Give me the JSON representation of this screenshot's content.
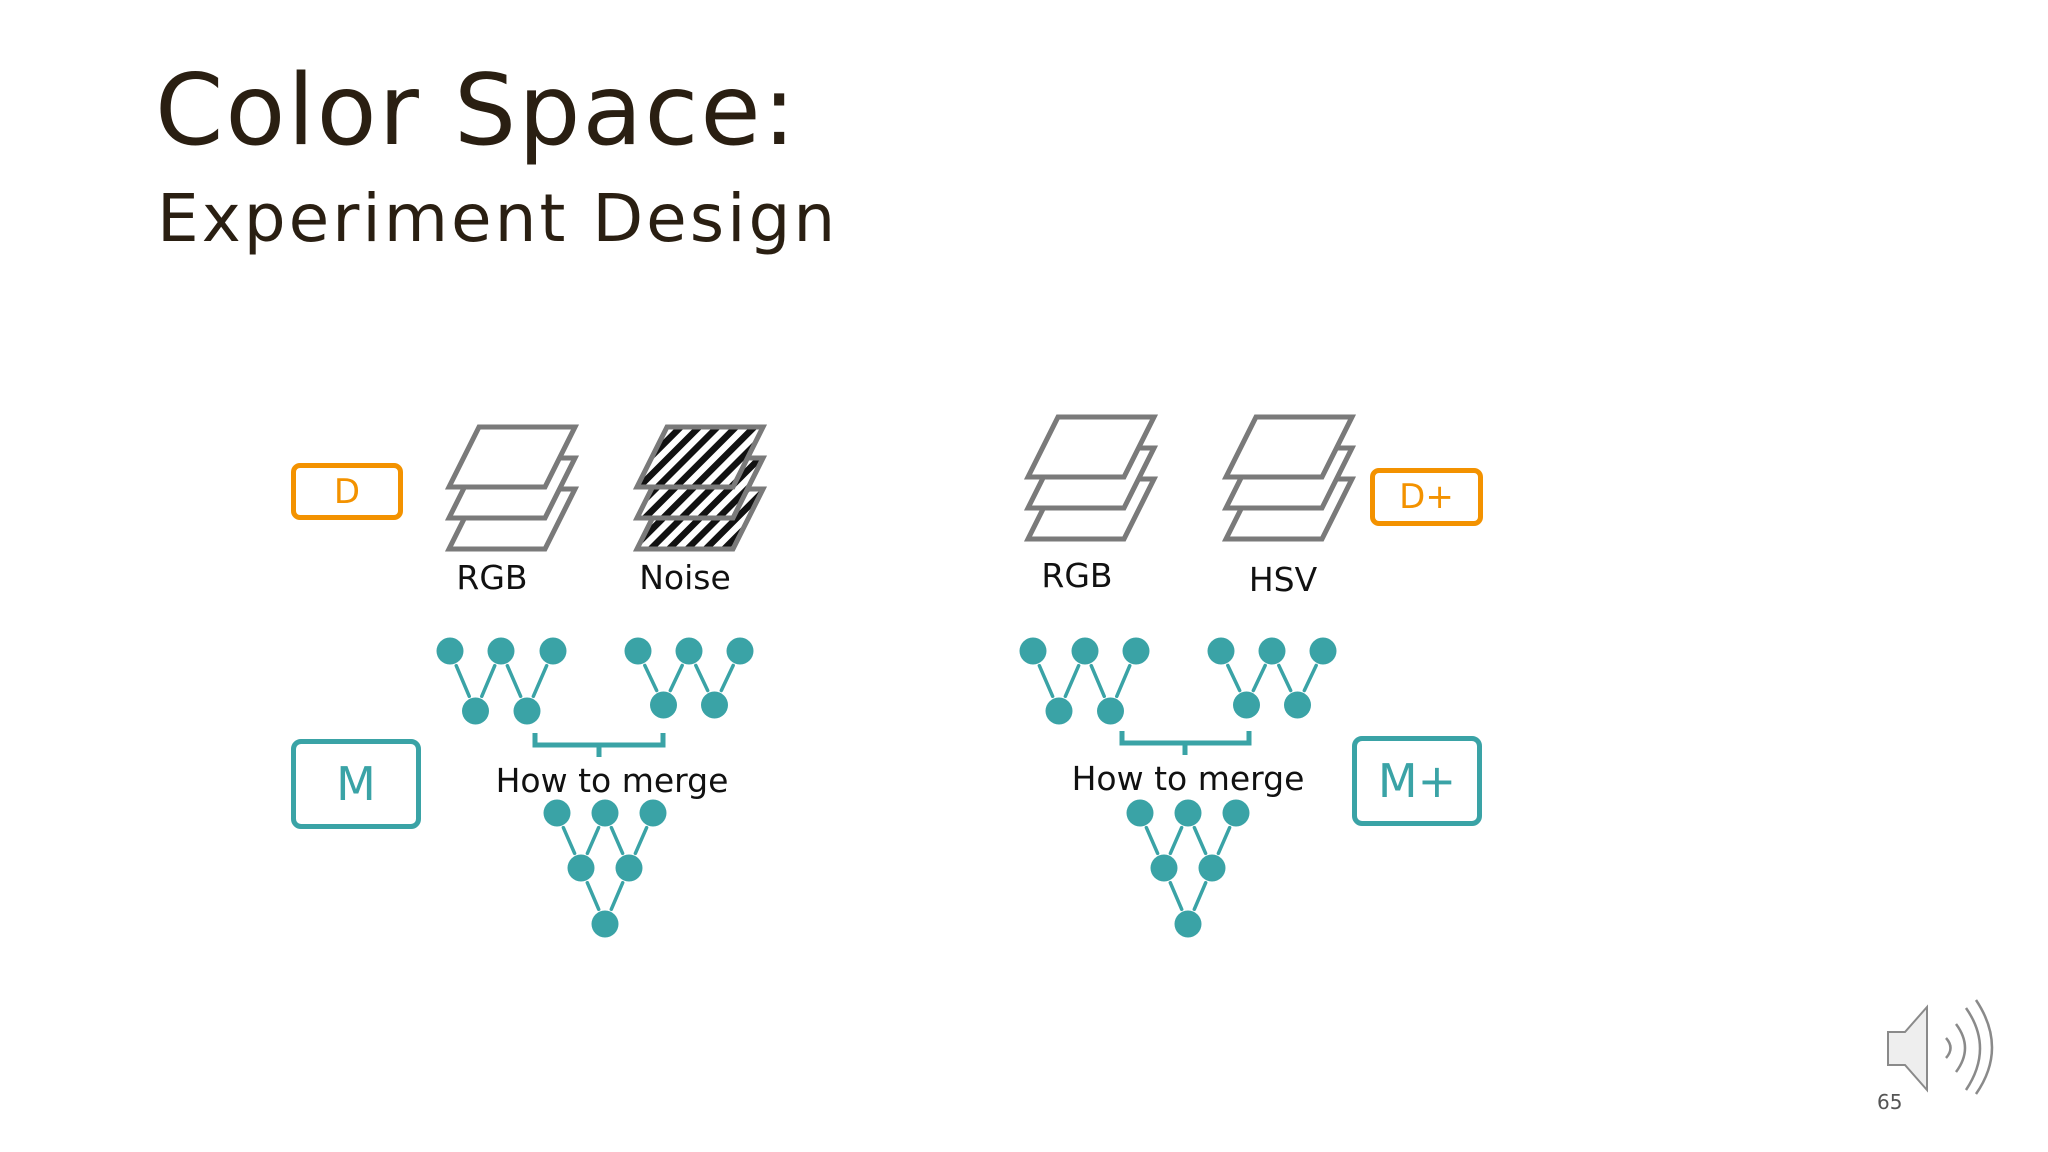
{
  "slide": {
    "title": "Color Space:",
    "subtitle": "Experiment Design",
    "page_number": "65"
  },
  "colors": {
    "title_text": "#2a1f12",
    "accent_orange": "#f39200",
    "accent_teal": "#3aa3a6",
    "layer_stroke": "#7a7a7a",
    "hatch": "#111111"
  },
  "left_setup": {
    "data_tag": "D",
    "model_tag": "M",
    "stack_labels": [
      "RGB",
      "Noise"
    ],
    "merge_label": "How to merge"
  },
  "right_setup": {
    "data_tag": "D+",
    "model_tag": "M+",
    "stack_labels": [
      "RGB",
      "HSV"
    ],
    "merge_label": "How to merge"
  },
  "icons": {
    "audio": "speaker-icon",
    "layer_stack": "layer-stack-icon",
    "network": "neural-network-icon"
  }
}
